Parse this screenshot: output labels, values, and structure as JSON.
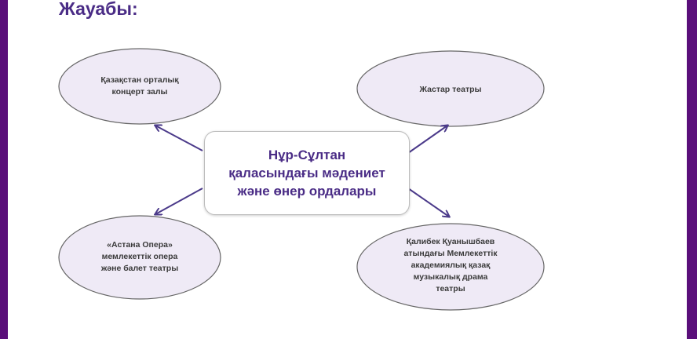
{
  "title": "Жауабы:",
  "center": {
    "lines": [
      "Нұр-Сұлтан",
      "қаласындағы мәдениет",
      "және өнер ордалары"
    ]
  },
  "nodes": [
    {
      "lines": [
        "Қазақстан орталық",
        "концерт залы"
      ]
    },
    {
      "lines": [
        "Жастар театры"
      ]
    },
    {
      "lines": [
        "«Астана Опера»",
        "мемлекеттік опера",
        "және балет театры"
      ]
    },
    {
      "lines": [
        "Қалибек Қуанышбаев",
        "атындағы Мемлекеттік",
        "академиялық қазақ",
        "музыкалық драма",
        "театры"
      ]
    }
  ],
  "colors": {
    "accent": "#4a2c86",
    "border": "#5a0f7a",
    "ellipse_fill": "#efeaf6"
  }
}
